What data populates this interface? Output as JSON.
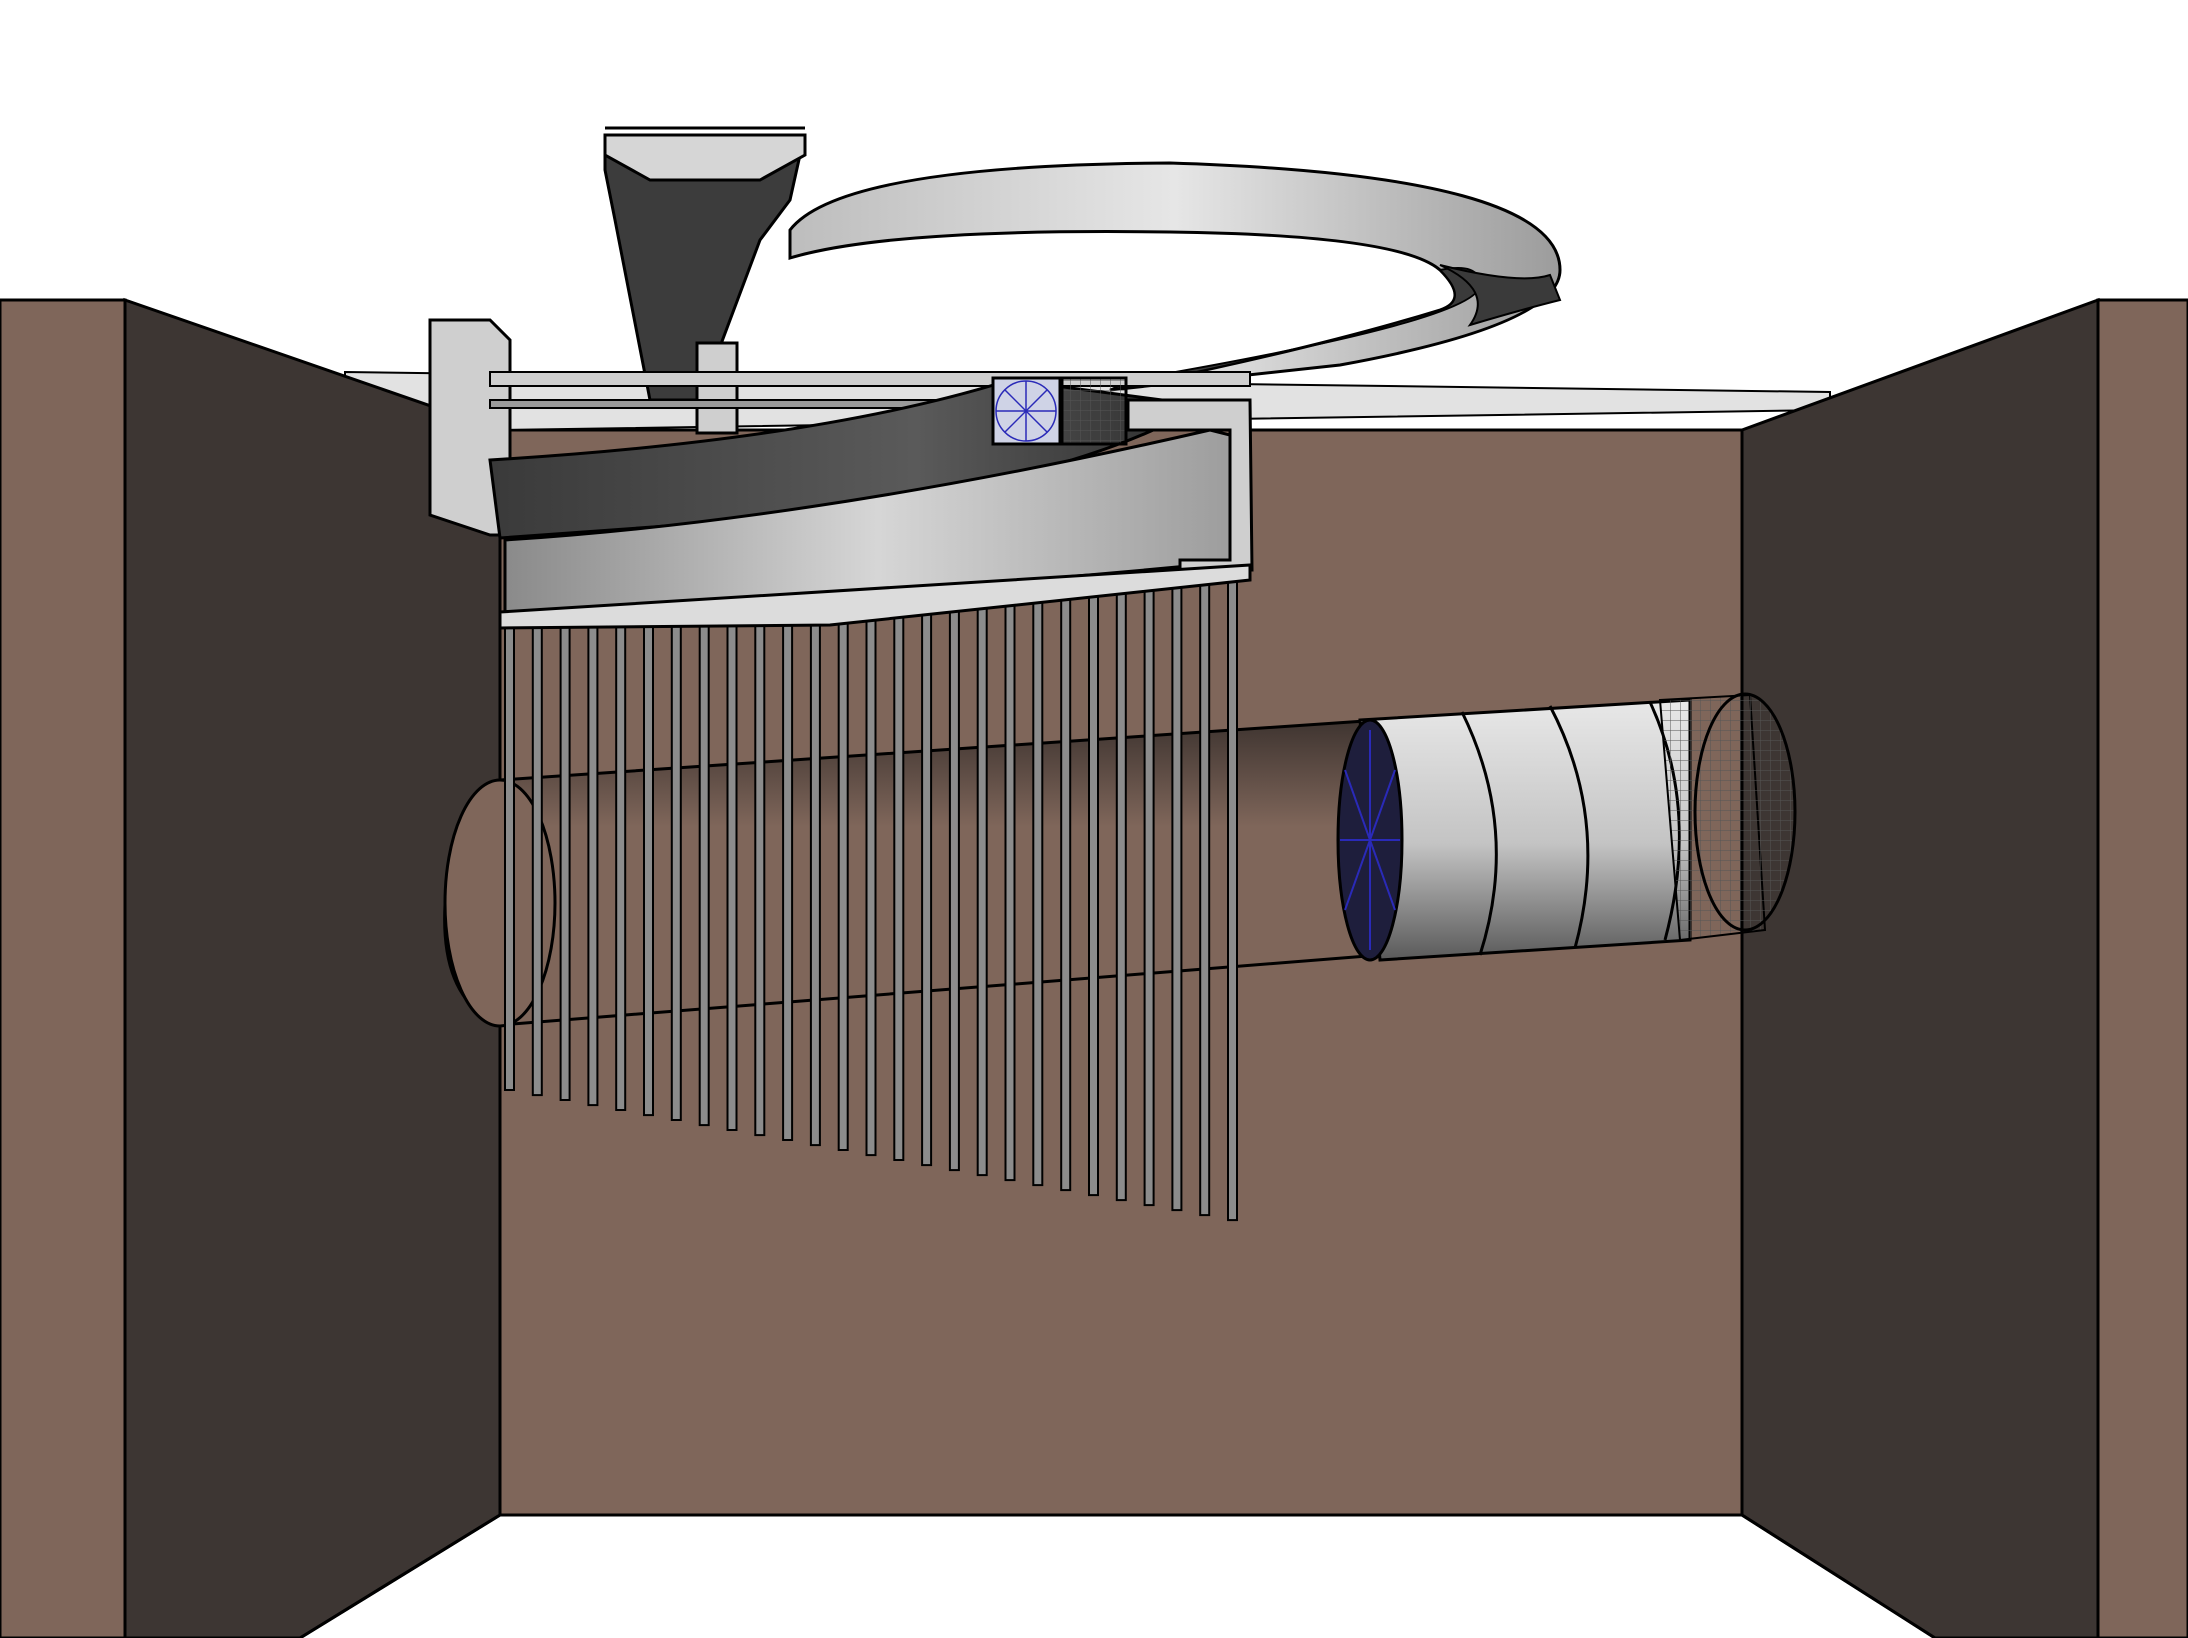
{
  "scene": {
    "colors": {
      "background": "#ffffff",
      "soil": "#7f665a",
      "soil_dark": "#3d3633",
      "outline": "#000000",
      "concrete_light": "#d8d8d8",
      "concrete_mid": "#a9a9a9",
      "concrete_dark": "#3c3c3c",
      "tunnel_lining": "#c8c8c8",
      "cutter_blue": "#2a2ab8"
    },
    "components": [
      "excavation-pit",
      "existing-tunnel",
      "spiral-ramp-structure",
      "pile-foundation",
      "tunnel-boring-machine",
      "segment-lining",
      "mesh-shield"
    ],
    "pile_count": 27
  }
}
